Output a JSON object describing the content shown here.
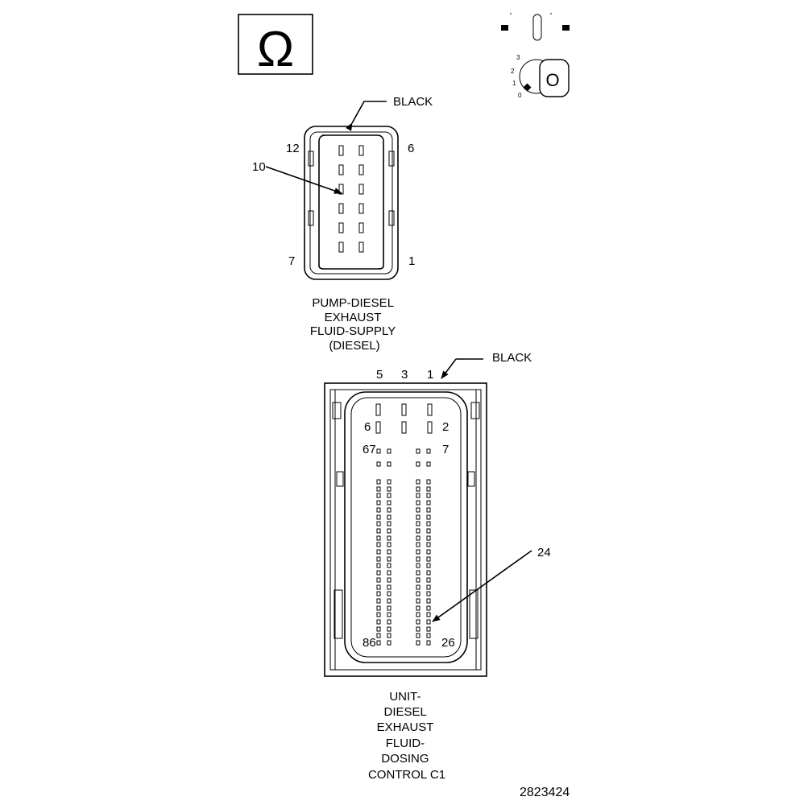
{
  "figure_id": "2823424",
  "pump_connector": {
    "color_label": "BLACK",
    "pin_labels": {
      "top_left": "12",
      "top_right": "6",
      "bottom_left": "7",
      "bottom_right": "1"
    },
    "callout": "10",
    "caption_lines": [
      "PUMP-DIESEL",
      "EXHAUST",
      "FLUID-SUPPLY",
      "(DIESEL)"
    ]
  },
  "dosing_connector": {
    "color_label": "BLACK",
    "top_pins": [
      "5",
      "3",
      "1"
    ],
    "pin_labels": {
      "row2_left": "6",
      "row2_right": "2",
      "row3_left": "67",
      "row3_right": "7",
      "bottom_left": "86",
      "bottom_right": "26"
    },
    "callout": "24",
    "caption_lines": [
      "UNIT-",
      "DIESEL",
      "EXHAUST",
      "FLUID-",
      "DOSING",
      "CONTROL C1"
    ]
  },
  "ignition_switch": {
    "positions": [
      "3",
      "2",
      "1",
      "0"
    ],
    "key_letter": "O"
  },
  "ohm_symbol": "Ω"
}
